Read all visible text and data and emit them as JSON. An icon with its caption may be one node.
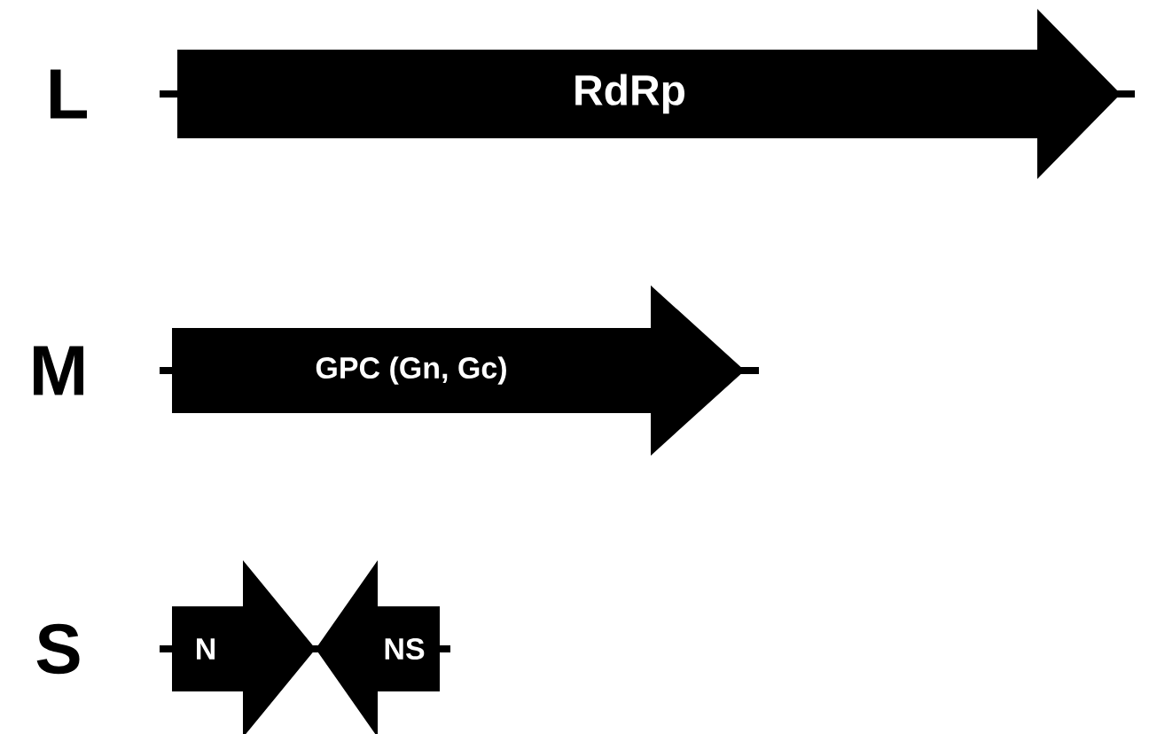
{
  "diagram": {
    "nodes": [
      {
        "text": [
          "RdRp"
        ]
      },
      {
        "text": [
          "GPC (Gn, Gc)"
        ]
      },
      {
        "text": [
          "N"
        ]
      },
      {
        "text": [
          "NS"
        ]
      }
    ],
    "labels": [
      "L",
      "M",
      "S"
    ]
  }
}
